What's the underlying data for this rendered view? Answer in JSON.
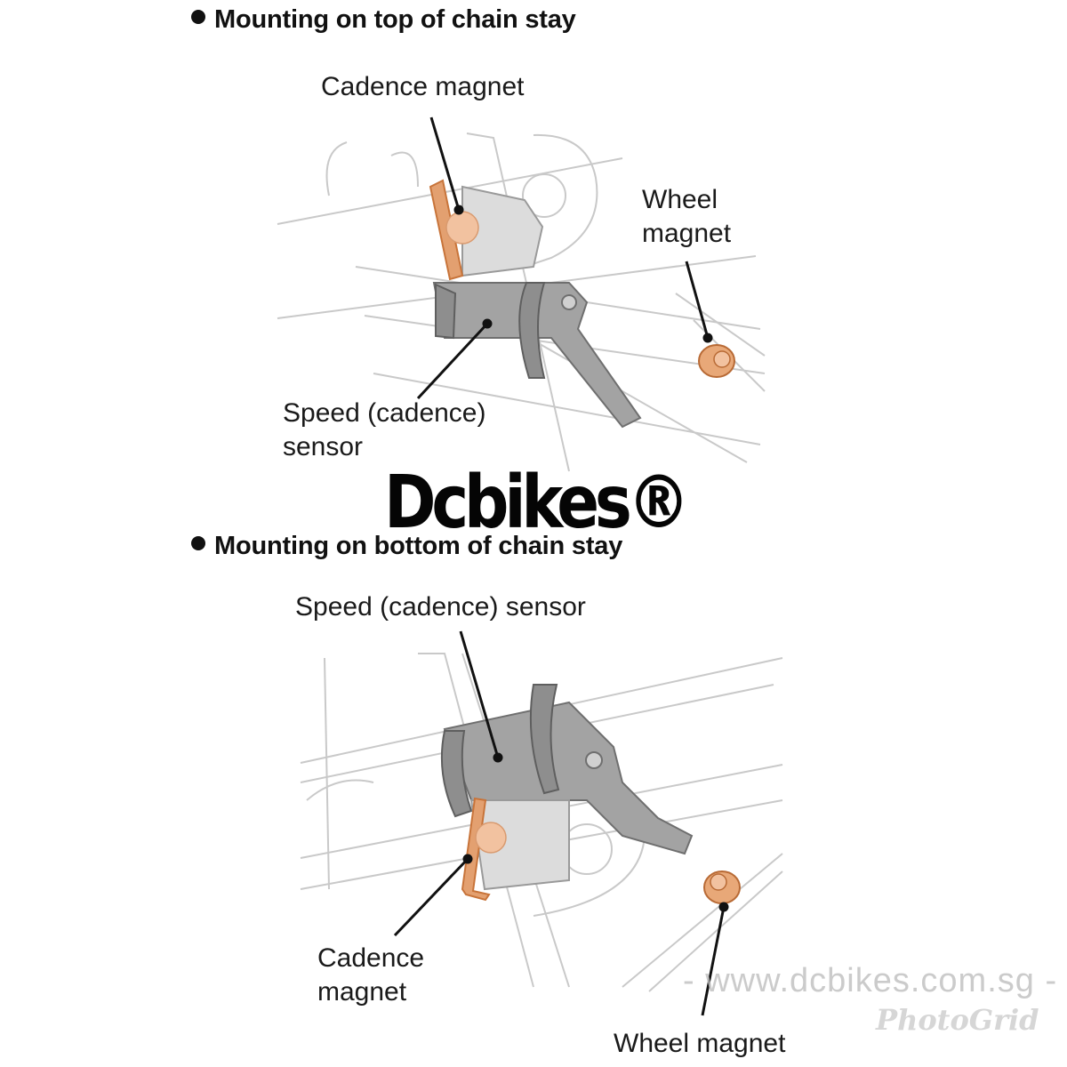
{
  "top": {
    "heading": "Mounting on top of chain stay",
    "labels": {
      "cadence_magnet": "Cadence magnet",
      "wheel_magnet_line1": "Wheel",
      "wheel_magnet_line2": "magnet",
      "sensor_line1": "Speed (cadence)",
      "sensor_line2": "sensor"
    }
  },
  "bottom": {
    "heading": "Mounting on bottom of chain stay",
    "labels": {
      "sensor": "Speed (cadence) sensor",
      "cadence_magnet_line1": "Cadence",
      "cadence_magnet_line2": "magnet",
      "wheel_magnet": "Wheel magnet"
    }
  },
  "brand": "Dcbikes®",
  "watermark": {
    "site": "- www.dcbikes.com.sg -",
    "app": "PhotoGrid"
  },
  "colors": {
    "magnet": "#f2c2a0",
    "magnet_outline": "#c8743a",
    "sensor": "#8e8e8e",
    "line": "#c9c9c9"
  }
}
